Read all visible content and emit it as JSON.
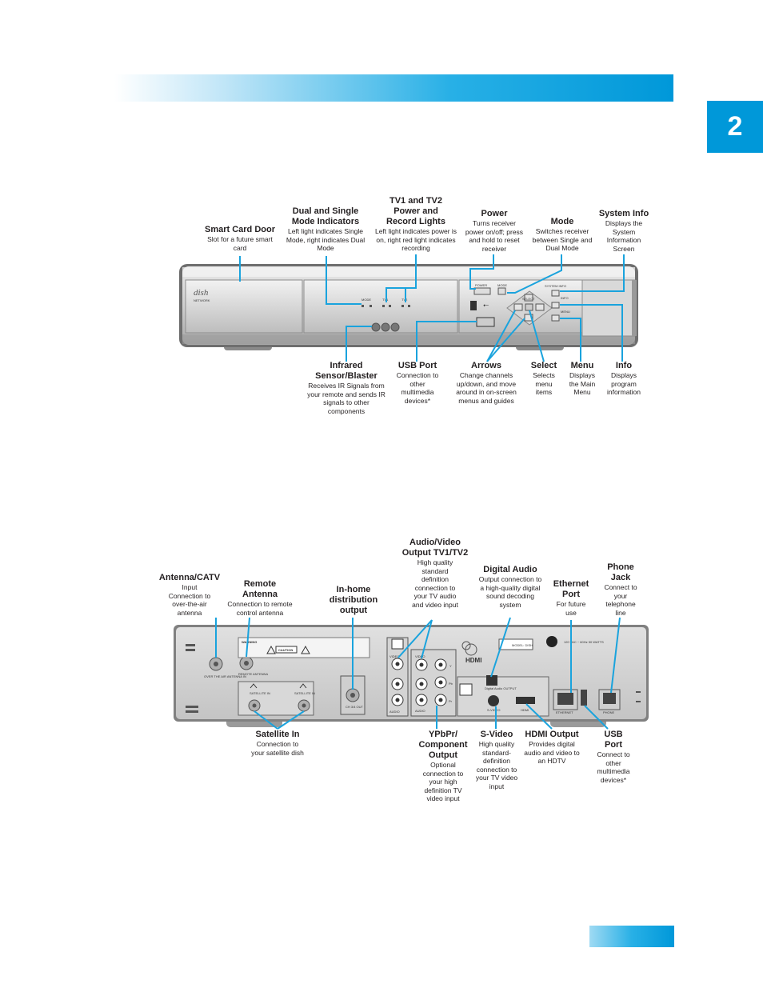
{
  "page": {
    "chapter_number": "2"
  },
  "front_panel": {
    "brand_logo": "dish",
    "brand_sub": "NETWORK",
    "button_legends": {
      "power": "POWER",
      "mode": "MODE",
      "system_info": "SYSTEM INFO",
      "select": "SELECT",
      "info": "INFO",
      "menu": "MENU",
      "tv1": "TV1",
      "tv2": "TV2",
      "mode_ind": "MODE"
    },
    "callouts": [
      {
        "id": "smart-card-door",
        "title": "Smart Card Door",
        "desc": "Slot for a future smart card"
      },
      {
        "id": "dual-single-mode-indicators",
        "title": "Dual and Single Mode Indicators",
        "desc": "Left light indicates Single Mode, right indicates Dual Mode"
      },
      {
        "id": "tv1-tv2-lights",
        "title": "TV1 and TV2 Power and Record Lights",
        "desc": "Left light indicates power is on, right red light indicates recording"
      },
      {
        "id": "power",
        "title": "Power",
        "desc": "Turns receiver power on/off; press and hold to reset receiver"
      },
      {
        "id": "mode",
        "title": "Mode",
        "desc": "Switches receiver between Single and Dual Mode"
      },
      {
        "id": "system-info",
        "title": "System Info",
        "desc": "Displays the System Information Screen"
      },
      {
        "id": "infrared-sensor",
        "title": "Infrared Sensor/Blaster",
        "desc": "Receives IR Signals from your remote and sends IR signals to other components"
      },
      {
        "id": "usb-port-front",
        "title": "USB Port",
        "desc": "Connection to other multimedia devices*"
      },
      {
        "id": "arrows",
        "title": "Arrows",
        "desc": "Change channels up/down, and move around in on-screen menus and guides"
      },
      {
        "id": "select",
        "title": "Select",
        "desc": "Selects menu items"
      },
      {
        "id": "menu",
        "title": "Menu",
        "desc": "Displays the Main Menu"
      },
      {
        "id": "info",
        "title": "Info",
        "desc": "Displays program information"
      }
    ]
  },
  "back_panel": {
    "jack_legends": {
      "over_air": "OVER THE AIR ANTENNA IN",
      "remote_ant": "REMOTE ANTENNA",
      "ch_out": "CH 3/4 OUT",
      "video": "VIDEO",
      "audio": "AUDIO",
      "y": "Y",
      "pb": "Pb",
      "pr": "Pr",
      "digital_audio": "Digital Audio OUTPUT",
      "s_video": "S-VIDEO",
      "hdmi": "HDMI",
      "ethernet": "ETHERNET",
      "phone": "PHONE",
      "warning": "WARNING",
      "caution": "CAUTION",
      "model": "MODEL: DISH",
      "power_rating": "120 VAC ~ 60Hz 50 WATTS",
      "hdmi_logo": "HDMI",
      "sat1": "SATELLITE IN",
      "sat2": "SATELLITE IN"
    },
    "callouts": [
      {
        "id": "antenna-catv",
        "title": "Antenna/CATV",
        "desc": "Input Connection to over-the-air antenna"
      },
      {
        "id": "remote-antenna",
        "title": "Remote Antenna",
        "desc": "Connection to remote control antenna"
      },
      {
        "id": "in-home-distribution",
        "title": "In-home distribution output",
        "desc": ""
      },
      {
        "id": "audio-video-output",
        "title": "Audio/Video Output TV1/TV2",
        "desc": "High quality standard definition connection to your TV audio and video input"
      },
      {
        "id": "digital-audio",
        "title": "Digital Audio",
        "desc": "Output connection to a high-quality digital sound decoding system"
      },
      {
        "id": "ethernet-port",
        "title": "Ethernet Port",
        "desc": "For future use"
      },
      {
        "id": "phone-jack",
        "title": "Phone Jack",
        "desc": "Connect to your telephone line"
      },
      {
        "id": "satellite-in",
        "title": "Satellite In",
        "desc": "Connection to your satellite dish"
      },
      {
        "id": "ypbpr-output",
        "title": "YPbPr/ Component Output",
        "desc": "Optional connection to your high definition TV video input"
      },
      {
        "id": "s-video",
        "title": "S-Video",
        "desc": "High quality standard-definition connection to your TV video input"
      },
      {
        "id": "hdmi-output",
        "title": "HDMI Output",
        "desc": "Provides digital audio and video to an HDTV"
      },
      {
        "id": "usb-port-back",
        "title": "USB Port",
        "desc": "Connect to other multimedia devices*"
      }
    ]
  },
  "colors": {
    "accent": "#0098d9",
    "leader": "#1aa3dd"
  }
}
